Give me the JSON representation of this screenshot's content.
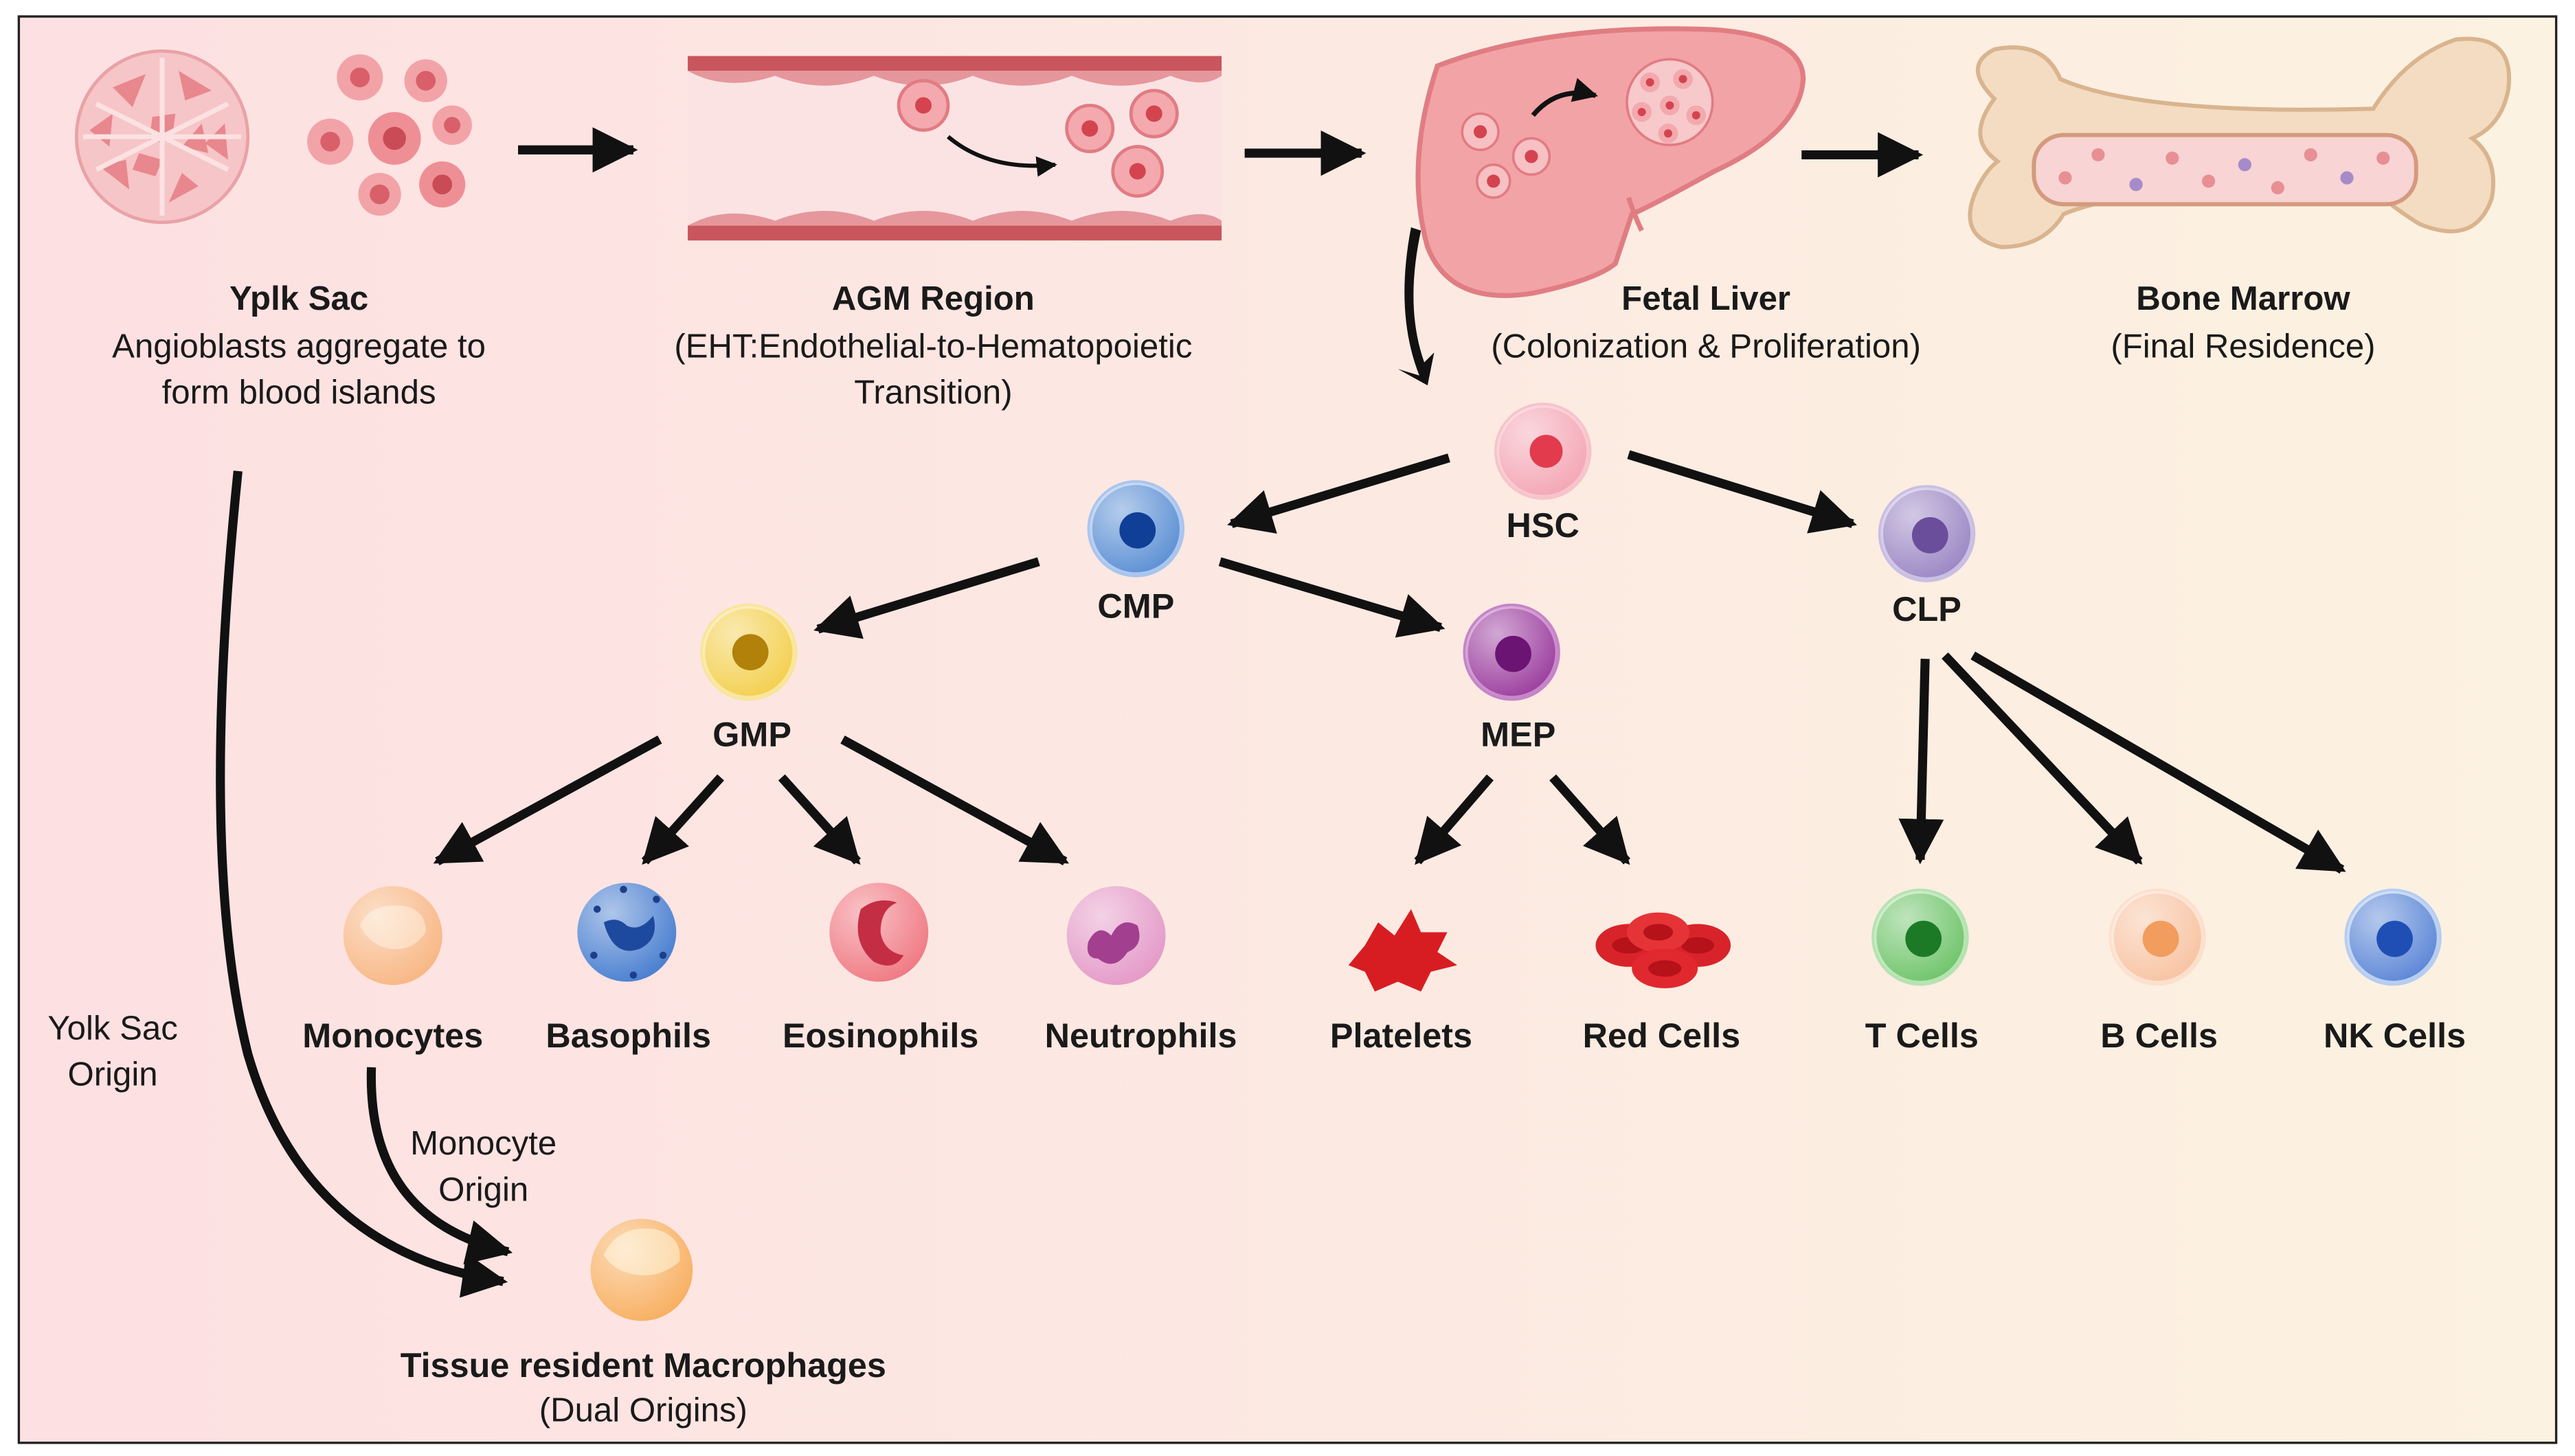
{
  "colors": {
    "bg_left": "#fde0e2",
    "bg_right": "#fcf2e1",
    "arrow": "#111111",
    "vessel": "#c9555d",
    "liver": "#f2a3a6",
    "bone": "#f3dcc2",
    "hsc": "#f4a6b4",
    "cmp": "#5b8fd4",
    "clp": "#9b86c4",
    "gmp": "#f3cf4e",
    "mep": "#9b3d9e",
    "monocytes": "#f8b785",
    "basophils": "#4a7fd0",
    "eosinophils": "#f07a83",
    "neutrophils": "#e49ac8",
    "platelets": "#d81d22",
    "red_cells": "#d9232a",
    "t_cells": "#6fc46a",
    "b_cells": "#f8c3a2",
    "nk_cells": "#5b86d6",
    "macrophage": "#f8b062"
  },
  "stages": {
    "yolk_sac": {
      "title": "Yplk Sac",
      "line1": "Angioblasts aggregate to",
      "line2": "form blood islands",
      "icon": "blood-islands-icon"
    },
    "agm": {
      "title": "AGM Region",
      "line1": "(EHT:Endothelial-to-Hematopoietic",
      "line2": "Transition)",
      "icon": "blood-vessel-icon"
    },
    "fetal_liver": {
      "title": "Fetal Liver",
      "line1": "(Colonization  &  Proliferation)",
      "icon": "liver-icon"
    },
    "bone_marrow": {
      "title": "Bone Marrow",
      "line1": "(Final Residence)",
      "icon": "bone-icon"
    }
  },
  "progenitors": {
    "hsc": "HSC",
    "cmp": "CMP",
    "clp": "CLP",
    "gmp": "GMP",
    "mep": "MEP"
  },
  "mature_cells": {
    "monocytes": "Monocytes",
    "basophils": "Basophils",
    "eosinophils": "Eosinophils",
    "neutrophils": "Neutrophils",
    "platelets": "Platelets",
    "red_cells": "Red Cells",
    "t_cells": "T Cells",
    "b_cells": "B Cells",
    "nk_cells": "NK Cells"
  },
  "macrophages": {
    "yolk_origin_line1": "Yolk Sac",
    "yolk_origin_line2": "Origin",
    "monocyte_origin_line1": "Monocyte",
    "monocyte_origin_line2": "Origin",
    "title": "Tissue resident Macrophages",
    "subtitle": "(Dual Origins)"
  }
}
